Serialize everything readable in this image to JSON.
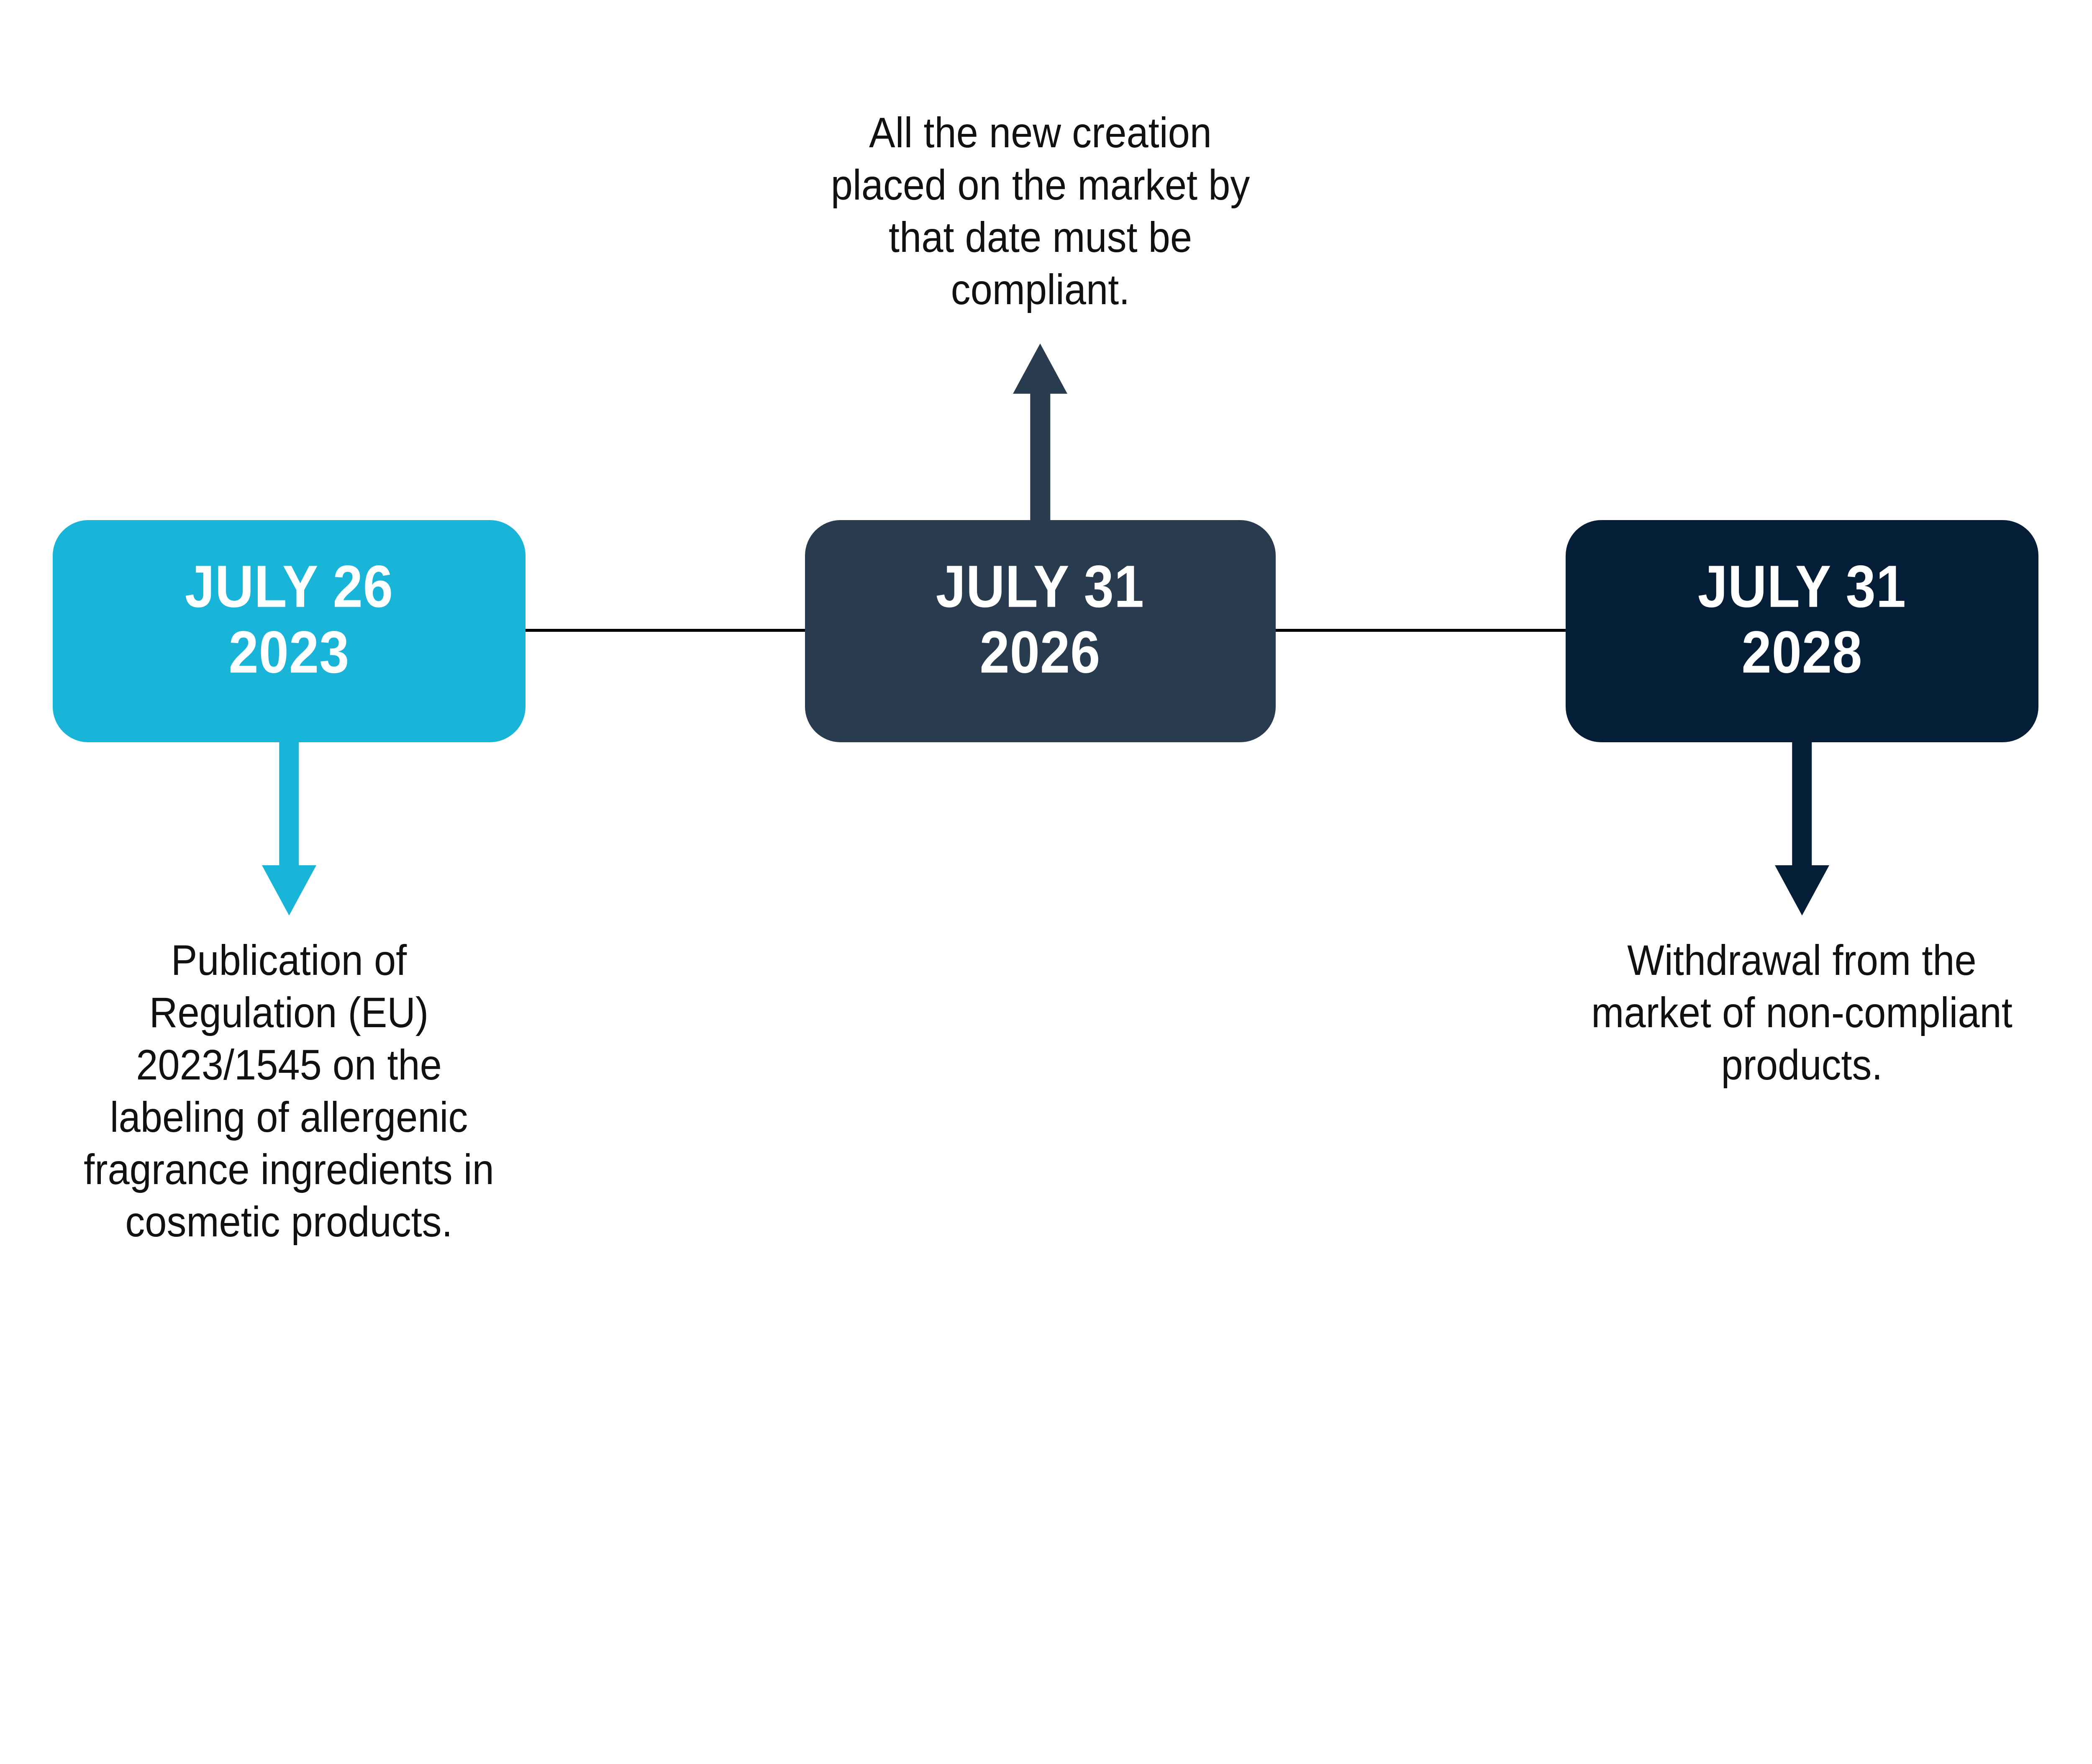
{
  "palette": {
    "cyan": "#19B5D8",
    "slate": "#293B4E",
    "navy": "#051E38",
    "ink": "#111111",
    "line": "#000000",
    "background": "#FFFFFF"
  },
  "timeline": {
    "type": "horizontal-milestone-timeline",
    "milestones": [
      {
        "date": "JULY 26 2023",
        "date_lines": [
          "JULY 26",
          "2023"
        ],
        "color": "#19B5D8",
        "arrow_direction": "down",
        "description": "Publication of Regulation (EU) 2023/1545 on the labeling of allergenic fragrance ingredients in cosmetic products.",
        "description_lines": [
          "Publication of",
          "Regulation (EU)",
          "2023/1545 on the",
          "labeling of allergenic",
          "fragrance ingredients in",
          "cosmetic products."
        ]
      },
      {
        "date": "JULY 31 2026",
        "date_lines": [
          "JULY 31",
          "2026"
        ],
        "color": "#293B4E",
        "arrow_direction": "up",
        "description": "All the new creation placed on the market by that date must be compliant.",
        "description_lines": [
          "All the new creation",
          "placed on the market by",
          "that date must be",
          "compliant."
        ]
      },
      {
        "date": "JULY 31 2028",
        "date_lines": [
          "JULY 31",
          "2028"
        ],
        "color": "#051E38",
        "arrow_direction": "down",
        "description": "Withdrawal from the market of non-compliant products.",
        "description_lines": [
          "Withdrawal from the",
          "market of non-compliant",
          "products."
        ]
      }
    ]
  }
}
